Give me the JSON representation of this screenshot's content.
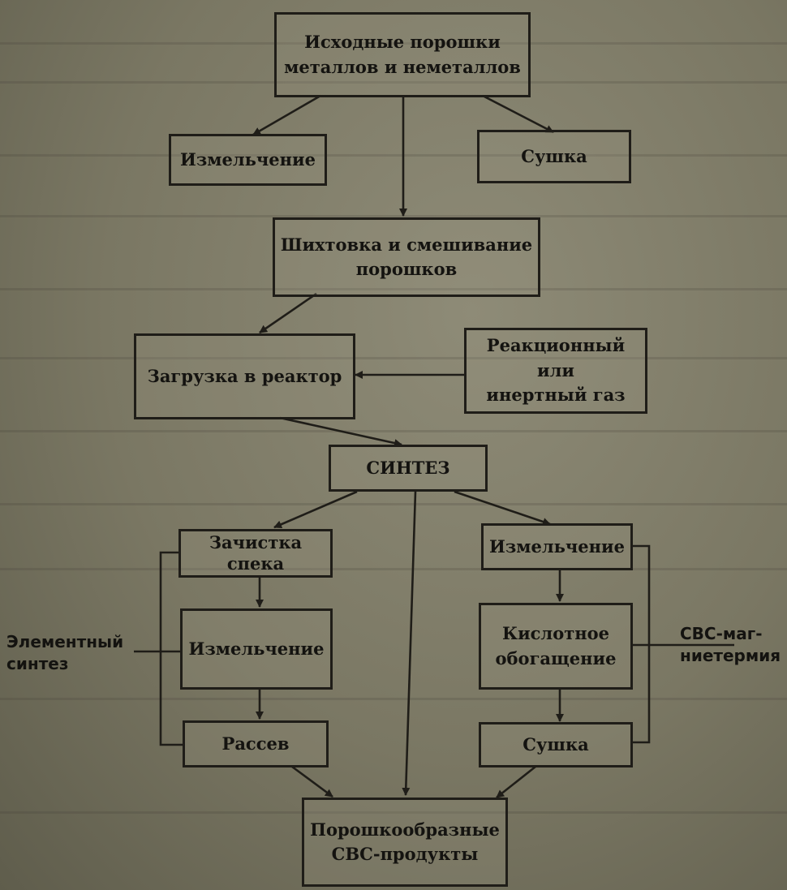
{
  "nodes": {
    "source": {
      "line1": "Исходные порошки",
      "line2": "металлов и неметаллов"
    },
    "milling_top": {
      "text": "Измельчение"
    },
    "drying_top": {
      "text": "Сушка"
    },
    "mixing": {
      "line1": "Шихтовка и смешивание",
      "line2": "порошков"
    },
    "loading": {
      "text": "Загрузка в реактор"
    },
    "gas": {
      "line1": "Реакционный или",
      "line2": "инертный газ"
    },
    "synthesis": {
      "text": "СИНТЕЗ"
    },
    "cleaning": {
      "line1": "Зачистка",
      "line2": "спека"
    },
    "milling_left": {
      "text": "Измельчение"
    },
    "sieving": {
      "text": "Рассев"
    },
    "milling_right": {
      "text": "Измельчение"
    },
    "acid": {
      "line1": "Кислотное",
      "line2": "обогащение"
    },
    "drying_right": {
      "text": "Сушка"
    },
    "products": {
      "line1": "Порошкообразные",
      "line2": "СВС-продукты"
    }
  },
  "labels": {
    "elemental": {
      "line1": "Элементный",
      "line2": "синтез"
    },
    "magnesiothermy": {
      "line1": "СВС-маг-",
      "line2": "ниетермия"
    }
  },
  "colors": {
    "ink": "#1f1d18",
    "paper": "#8e8b77"
  }
}
